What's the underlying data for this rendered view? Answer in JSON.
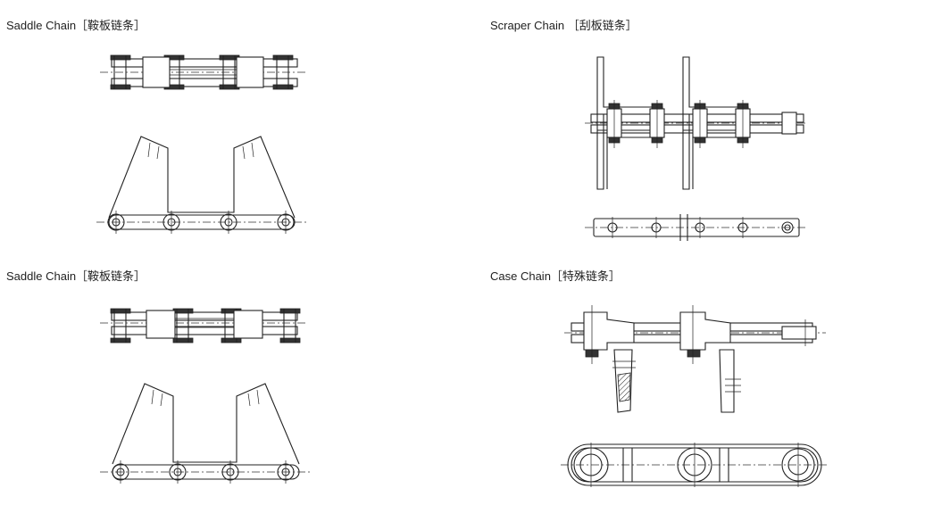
{
  "panels": [
    {
      "id": "saddle-chain-1",
      "title": "Saddle Chain［鞍板链条］"
    },
    {
      "id": "scraper-chain",
      "title": "Scraper Chain ［刮板链条］"
    },
    {
      "id": "saddle-chain-2",
      "title": "Saddle Chain［鞍板链条］"
    },
    {
      "id": "case-chain",
      "title": "Case Chain［特殊链条］"
    }
  ]
}
